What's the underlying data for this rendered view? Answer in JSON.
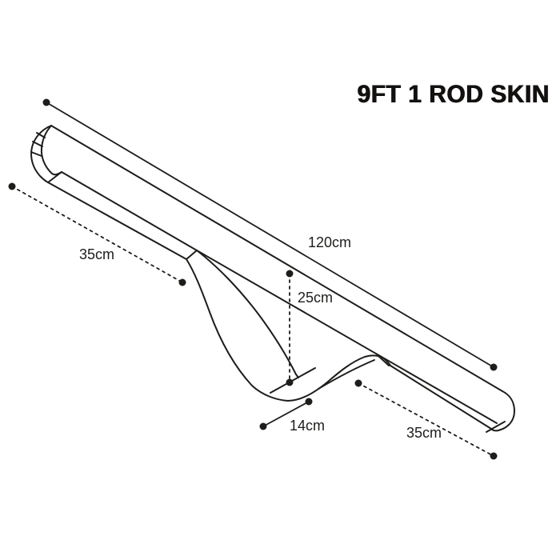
{
  "title": "9FT 1 ROD SKIN",
  "colors": {
    "ink": "#1d1d1b",
    "background": "#ffffff"
  },
  "dimensions": {
    "length": {
      "label": "120cm",
      "line_style": "solid"
    },
    "butt_section": {
      "label": "35cm",
      "line_style": "dashed"
    },
    "pocket_depth": {
      "label": "25cm",
      "line_style": "dashed"
    },
    "pocket_width": {
      "label": "14cm",
      "line_style": "solid"
    },
    "tip_section": {
      "label": "35cm",
      "line_style": "dashed"
    }
  }
}
